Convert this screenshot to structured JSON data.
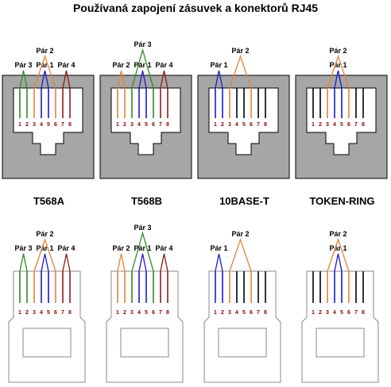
{
  "title": "Používaná zapojení zásuvek a konektorů RJ45",
  "pin_numbers": [
    "1",
    "2",
    "3",
    "4",
    "5",
    "6",
    "7",
    "8"
  ],
  "wire_colors": {
    "white": "#ffffff",
    "green": "#2a8a2a",
    "orange": "#e8823a",
    "blue": "#1a1acc",
    "brown": "#8a1a1a",
    "black": "#000000",
    "socket_gray": "#a6a6a6",
    "pin_number_color": "#8b0000"
  },
  "standards": [
    {
      "name": "T568A",
      "pairs": [
        {
          "label": "Pár 1",
          "color": "blue"
        },
        {
          "label": "Pár 2",
          "color": "orange"
        },
        {
          "label": "Pár 3",
          "color": "green"
        },
        {
          "label": "Pár 4",
          "color": "brown"
        }
      ]
    },
    {
      "name": "T568B",
      "pairs": [
        {
          "label": "Pár 1",
          "color": "blue"
        },
        {
          "label": "Pár 2",
          "color": "orange"
        },
        {
          "label": "Pár 3",
          "color": "green"
        },
        {
          "label": "Pár 4",
          "color": "brown"
        }
      ]
    },
    {
      "name": "10BASE-T",
      "pairs": [
        {
          "label": "Pár 1",
          "color": "blue"
        },
        {
          "label": "Pár 2",
          "color": "orange"
        }
      ]
    },
    {
      "name": "TOKEN-RING",
      "pairs": [
        {
          "label": "Pár 1",
          "color": "blue"
        },
        {
          "label": "Pár 2",
          "color": "orange"
        }
      ]
    }
  ]
}
